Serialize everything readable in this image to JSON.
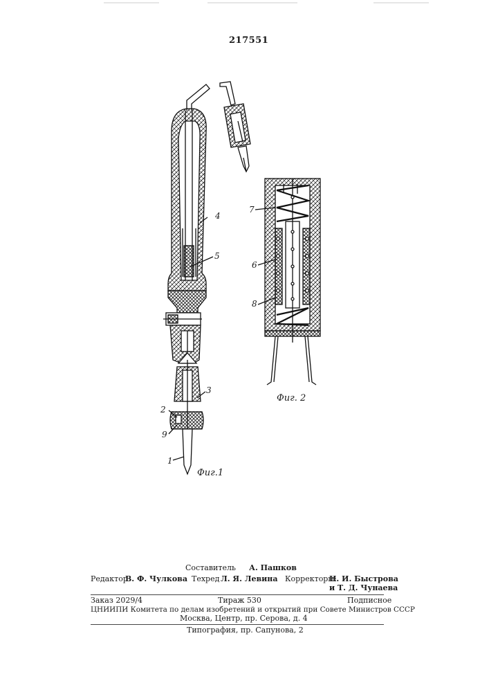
{
  "patent_number": "217551",
  "figures": {
    "fig1": {
      "caption": "Фиг.1",
      "labels": {
        "l1": "1",
        "l2": "2",
        "l3": "3",
        "l4": "4",
        "l5": "5",
        "l9": "9"
      }
    },
    "fig2": {
      "caption": "Фиг. 2",
      "labels": {
        "l6": "6",
        "l7": "7",
        "l8": "8"
      }
    }
  },
  "footer": {
    "compiler": {
      "label": "Составитель",
      "name": "А. Пашков"
    },
    "editor": {
      "label": "Редактор",
      "name": "В. Ф. Чулкова"
    },
    "techred": {
      "label": "Техред",
      "name": "Л. Я. Левина"
    },
    "correctors": {
      "label": "Корректоры:",
      "name1": "Н. И. Быстрова",
      "name2": "и Т. Д. Чунаева"
    },
    "order": "Заказ 2029/4",
    "circulation": "Тираж 530",
    "subscription": "Подписное",
    "org_line": "ЦНИИПИ Комитета по делам изобретений и открытий при Совете Министров СССР",
    "address": "Москва, Центр, пр. Серова, д. 4",
    "printing_house": "Типография, пр. Сапунова, 2"
  }
}
